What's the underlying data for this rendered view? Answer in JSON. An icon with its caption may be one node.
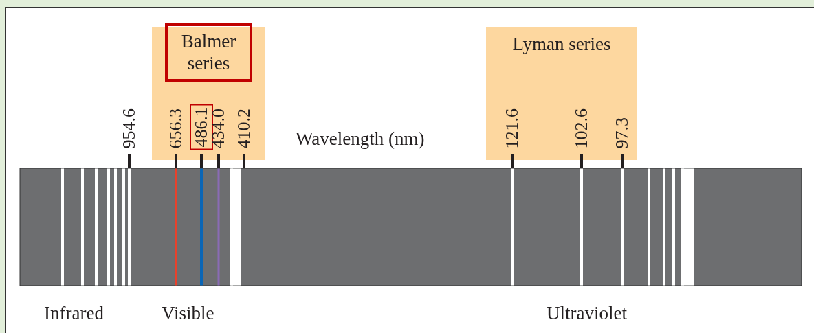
{
  "diagram": {
    "nodes": [
      {
        "text": [
          "Balmer series",
          "656.3",
          "486.1",
          "434.0",
          "410.2"
        ]
      },
      {
        "text": [
          "Lyman series",
          "121.6",
          "102.6",
          "97.3"
        ]
      }
    ],
    "labels": [
      "954.6",
      "Wavelength (nm)",
      "Infrared",
      "Visible",
      "Ultraviolet"
    ]
  }
}
